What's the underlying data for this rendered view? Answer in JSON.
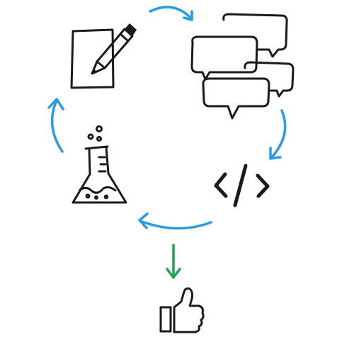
{
  "diagram": {
    "colors": {
      "ink": "#1a1a1a",
      "cycle_arrow": "#2b9be0",
      "result_arrow": "#1fa64a",
      "background": "#ffffff"
    },
    "nodes": [
      {
        "id": "write",
        "icon": "paper-pencil-icon"
      },
      {
        "id": "discuss",
        "icon": "speech-bubbles-icon"
      },
      {
        "id": "code",
        "icon": "code-brackets-icon"
      },
      {
        "id": "experiment",
        "icon": "flask-icon"
      },
      {
        "id": "approve",
        "icon": "thumbs-up-icon"
      }
    ],
    "edges": [
      {
        "from": "write",
        "to": "discuss",
        "color": "cycle_arrow"
      },
      {
        "from": "discuss",
        "to": "code",
        "color": "cycle_arrow"
      },
      {
        "from": "code",
        "to": "experiment",
        "color": "cycle_arrow"
      },
      {
        "from": "experiment",
        "to": "write",
        "color": "cycle_arrow"
      },
      {
        "from": "code",
        "to": "approve",
        "color": "result_arrow"
      }
    ]
  }
}
